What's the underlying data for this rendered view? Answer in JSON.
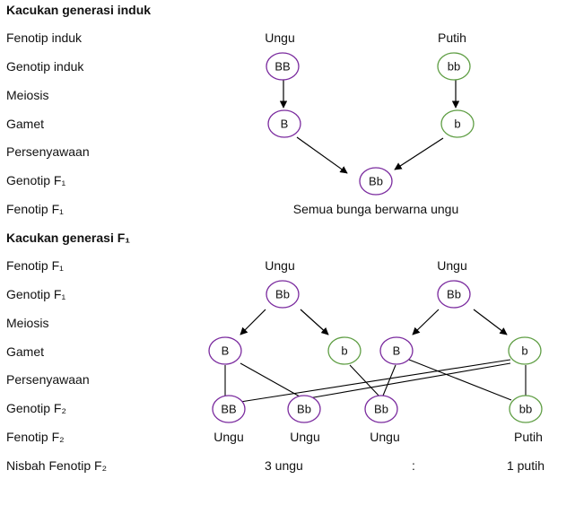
{
  "colors": {
    "dominant": "#7a2a9e",
    "recessive": "#5f9e44",
    "line": "#000000"
  },
  "section1": {
    "title": "Kacukan generasi induk",
    "labels": [
      "Fenotip induk",
      "Genotip induk",
      "Meiosis",
      "Gamet",
      "Persenyawaan",
      "Genotip F₁",
      "Fenotip F₁"
    ],
    "parent_left_phenotype": "Ungu",
    "parent_right_phenotype": "Putih",
    "parent_left_genotype": "BB",
    "parent_right_genotype": "bb",
    "gamete_left": "B",
    "gamete_right": "b",
    "f1_genotype": "Bb",
    "f1_phenotype": "Semua bunga berwarna ungu"
  },
  "section2": {
    "title": "Kacukan generasi F₁",
    "labels": [
      "Fenotip F₁",
      "Genotip F₁",
      "Meiosis",
      "Gamet",
      "Persenyawaan",
      "Genotip F₂",
      "Fenotip F₂",
      "Nisbah Fenotip F₂"
    ],
    "parent_left_phenotype": "Ungu",
    "parent_right_phenotype": "Ungu",
    "parent_left_genotype": "Bb",
    "parent_right_genotype": "Bb",
    "gametes": [
      "B",
      "b",
      "B",
      "b"
    ],
    "f2_genotypes": [
      "BB",
      "Bb",
      "Bb",
      "bb"
    ],
    "f2_phenotypes": [
      "Ungu",
      "Ungu",
      "Ungu",
      "Putih"
    ],
    "ratio_left": "3 ungu",
    "ratio_sep": ":",
    "ratio_right": "1 putih"
  }
}
